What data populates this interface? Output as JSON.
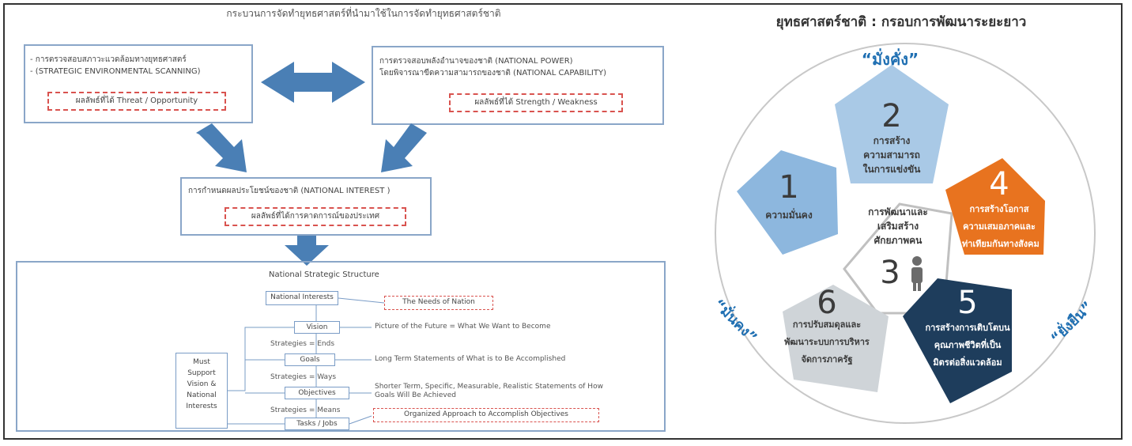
{
  "right": {
    "title": "ยุทธศาสตร์ชาติ : กรอบการพัฒนาระยะยาว",
    "quote_top": "“มั่งคั่ง”",
    "quote_left": "“มั่นคง”",
    "quote_right": "“ยั่งยืน”",
    "strategies": [
      {
        "number": "1",
        "lines": [
          "ความมั่นคง"
        ],
        "color": "#8db7de"
      },
      {
        "number": "2",
        "lines": [
          "การสร้าง",
          "ความสามารถ",
          "ในการแข่งขัน"
        ],
        "color": "#a9c9e6"
      },
      {
        "number": "3",
        "lines": [
          "การพัฒนาและ",
          "เสริมสร้าง",
          "ศักยภาพคน"
        ],
        "color": "#ffffff"
      },
      {
        "number": "4",
        "lines": [
          "การสร้างโอกาส",
          "ความเสมอภาคและ",
          "เท่าเทียมกันทางสังคม"
        ],
        "color": "#e8731f"
      },
      {
        "number": "5",
        "lines": [
          "การสร้างการเติบโตบน",
          "คุณภาพชีวิตที่เป็น",
          "มิตรต่อสิ่งแวดล้อม"
        ],
        "color": "#1e3d5c"
      },
      {
        "number": "6",
        "lines": [
          "การปรับสมดุลและ",
          "พัฒนาระบบการบริหาร",
          "จัดการภาครัฐ"
        ],
        "color": "#cfd4d8"
      }
    ]
  },
  "left": {
    "title": "กระบวนการจัดทำยุทธศาสตร์ที่นำมาใช้ในการจัดทำยุทธศาสตร์ชาติ",
    "box_env": {
      "lines": [
        "- การตรวจสอบสภาวะแวดล้อมทางยุทธศาสตร์",
        "- (STRATEGIC ENVIRONMENTAL SCANNING)"
      ],
      "result": "ผลลัพธ์ที่ได้ Threat / Opportunity"
    },
    "box_power": {
      "lines": [
        "การตรวจสอบพลังอำนาจของชาติ (NATIONAL POWER)",
        "โดยพิจารณาขีดความสามารถของชาติ (NATIONAL CAPABILITY)"
      ],
      "result": "ผลลัพธ์ที่ได้ Strength / Weakness"
    },
    "box_interest": {
      "lines": [
        "การกำหนดผลประโยชน์ของชาติ (NATIONAL INTEREST )"
      ],
      "result": "ผลลัพธ์ที่ได้การคาดการณ์ของประเทศ"
    },
    "structure": {
      "title": "National Strategic Structure",
      "national_interests": "National Interests",
      "needs": "The Needs of Nation",
      "vision": "Vision",
      "vision_desc": "Picture of the Future = What We Want to Become",
      "strategies_ends": "Strategies  =  Ends",
      "goals": "Goals",
      "goals_desc": "Long Term Statements of What is to Be Accomplished",
      "strategies_ways": "Strategies  =  Ways",
      "objectives": "Objectives",
      "objectives_desc_1": "Shorter Term, Specific, Measurable, Realistic Statements of How",
      "objectives_desc_2": "Goals Will Be Achieved",
      "strategies_means": "Strategies  =  Means",
      "tasks": "Tasks / Jobs",
      "tasks_desc": "Organized Approach to Accomplish Objectives",
      "must_support": [
        "Must",
        "Support",
        "Vision &",
        "National",
        "Interests"
      ]
    }
  },
  "colors": {
    "arrow_blue": "#4a7fb5",
    "quote_blue": "#1f6fb2",
    "dashed_red": "#d9534f",
    "box_border": "#8aa6c8"
  }
}
